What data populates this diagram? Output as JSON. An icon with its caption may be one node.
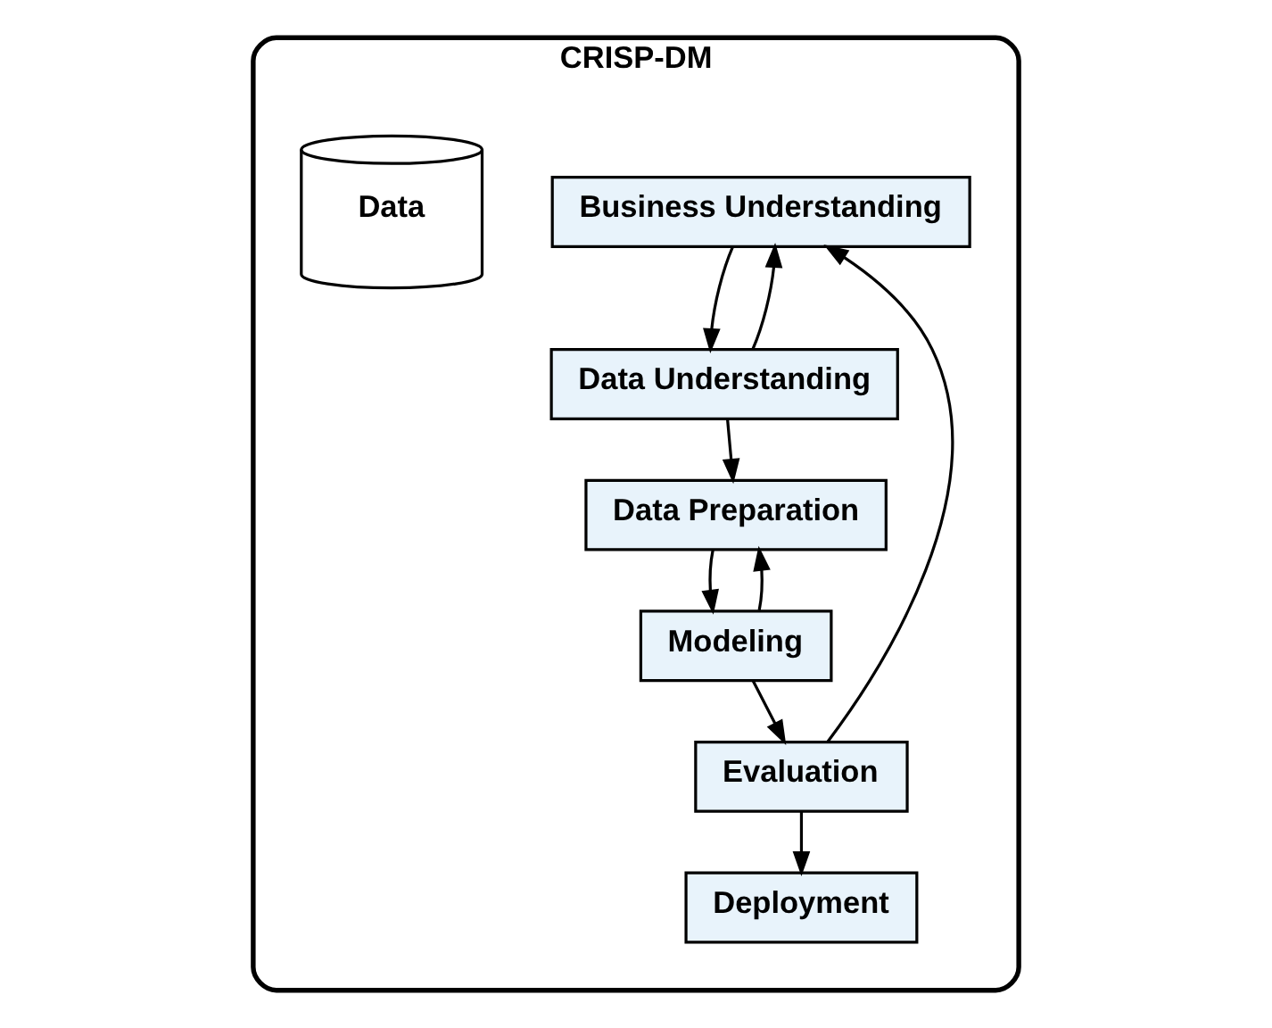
{
  "diagram": {
    "nodes": [
      {
        "text": [
          "CRISP-DM"
        ]
      },
      {
        "text": [
          "Business Understanding"
        ],
        "in": 0
      },
      {
        "text": [
          "Data Understanding"
        ],
        "in": 0
      },
      {
        "text": [
          "Data Preparation"
        ],
        "in": 0
      },
      {
        "text": [
          "Modeling"
        ],
        "in": 0
      },
      {
        "text": [
          "Evaluation"
        ],
        "in": 0
      },
      {
        "text": [
          "Deployment"
        ],
        "in": 0
      },
      {
        "text": [
          "Data"
        ],
        "in": 0
      }
    ],
    "edges": [
      {
        "from": 1,
        "to": 2,
        "arrow": "to"
      },
      {
        "from": 2,
        "to": 1,
        "arrow": "to"
      },
      {
        "from": 2,
        "to": 3,
        "arrow": "to"
      },
      {
        "from": 3,
        "to": 4,
        "arrow": "to"
      },
      {
        "from": 4,
        "to": 3,
        "arrow": "to"
      },
      {
        "from": 4,
        "to": 5,
        "arrow": "to"
      },
      {
        "from": 5,
        "to": 1,
        "arrow": "to"
      },
      {
        "from": 5,
        "to": 6,
        "arrow": "to"
      }
    ]
  }
}
